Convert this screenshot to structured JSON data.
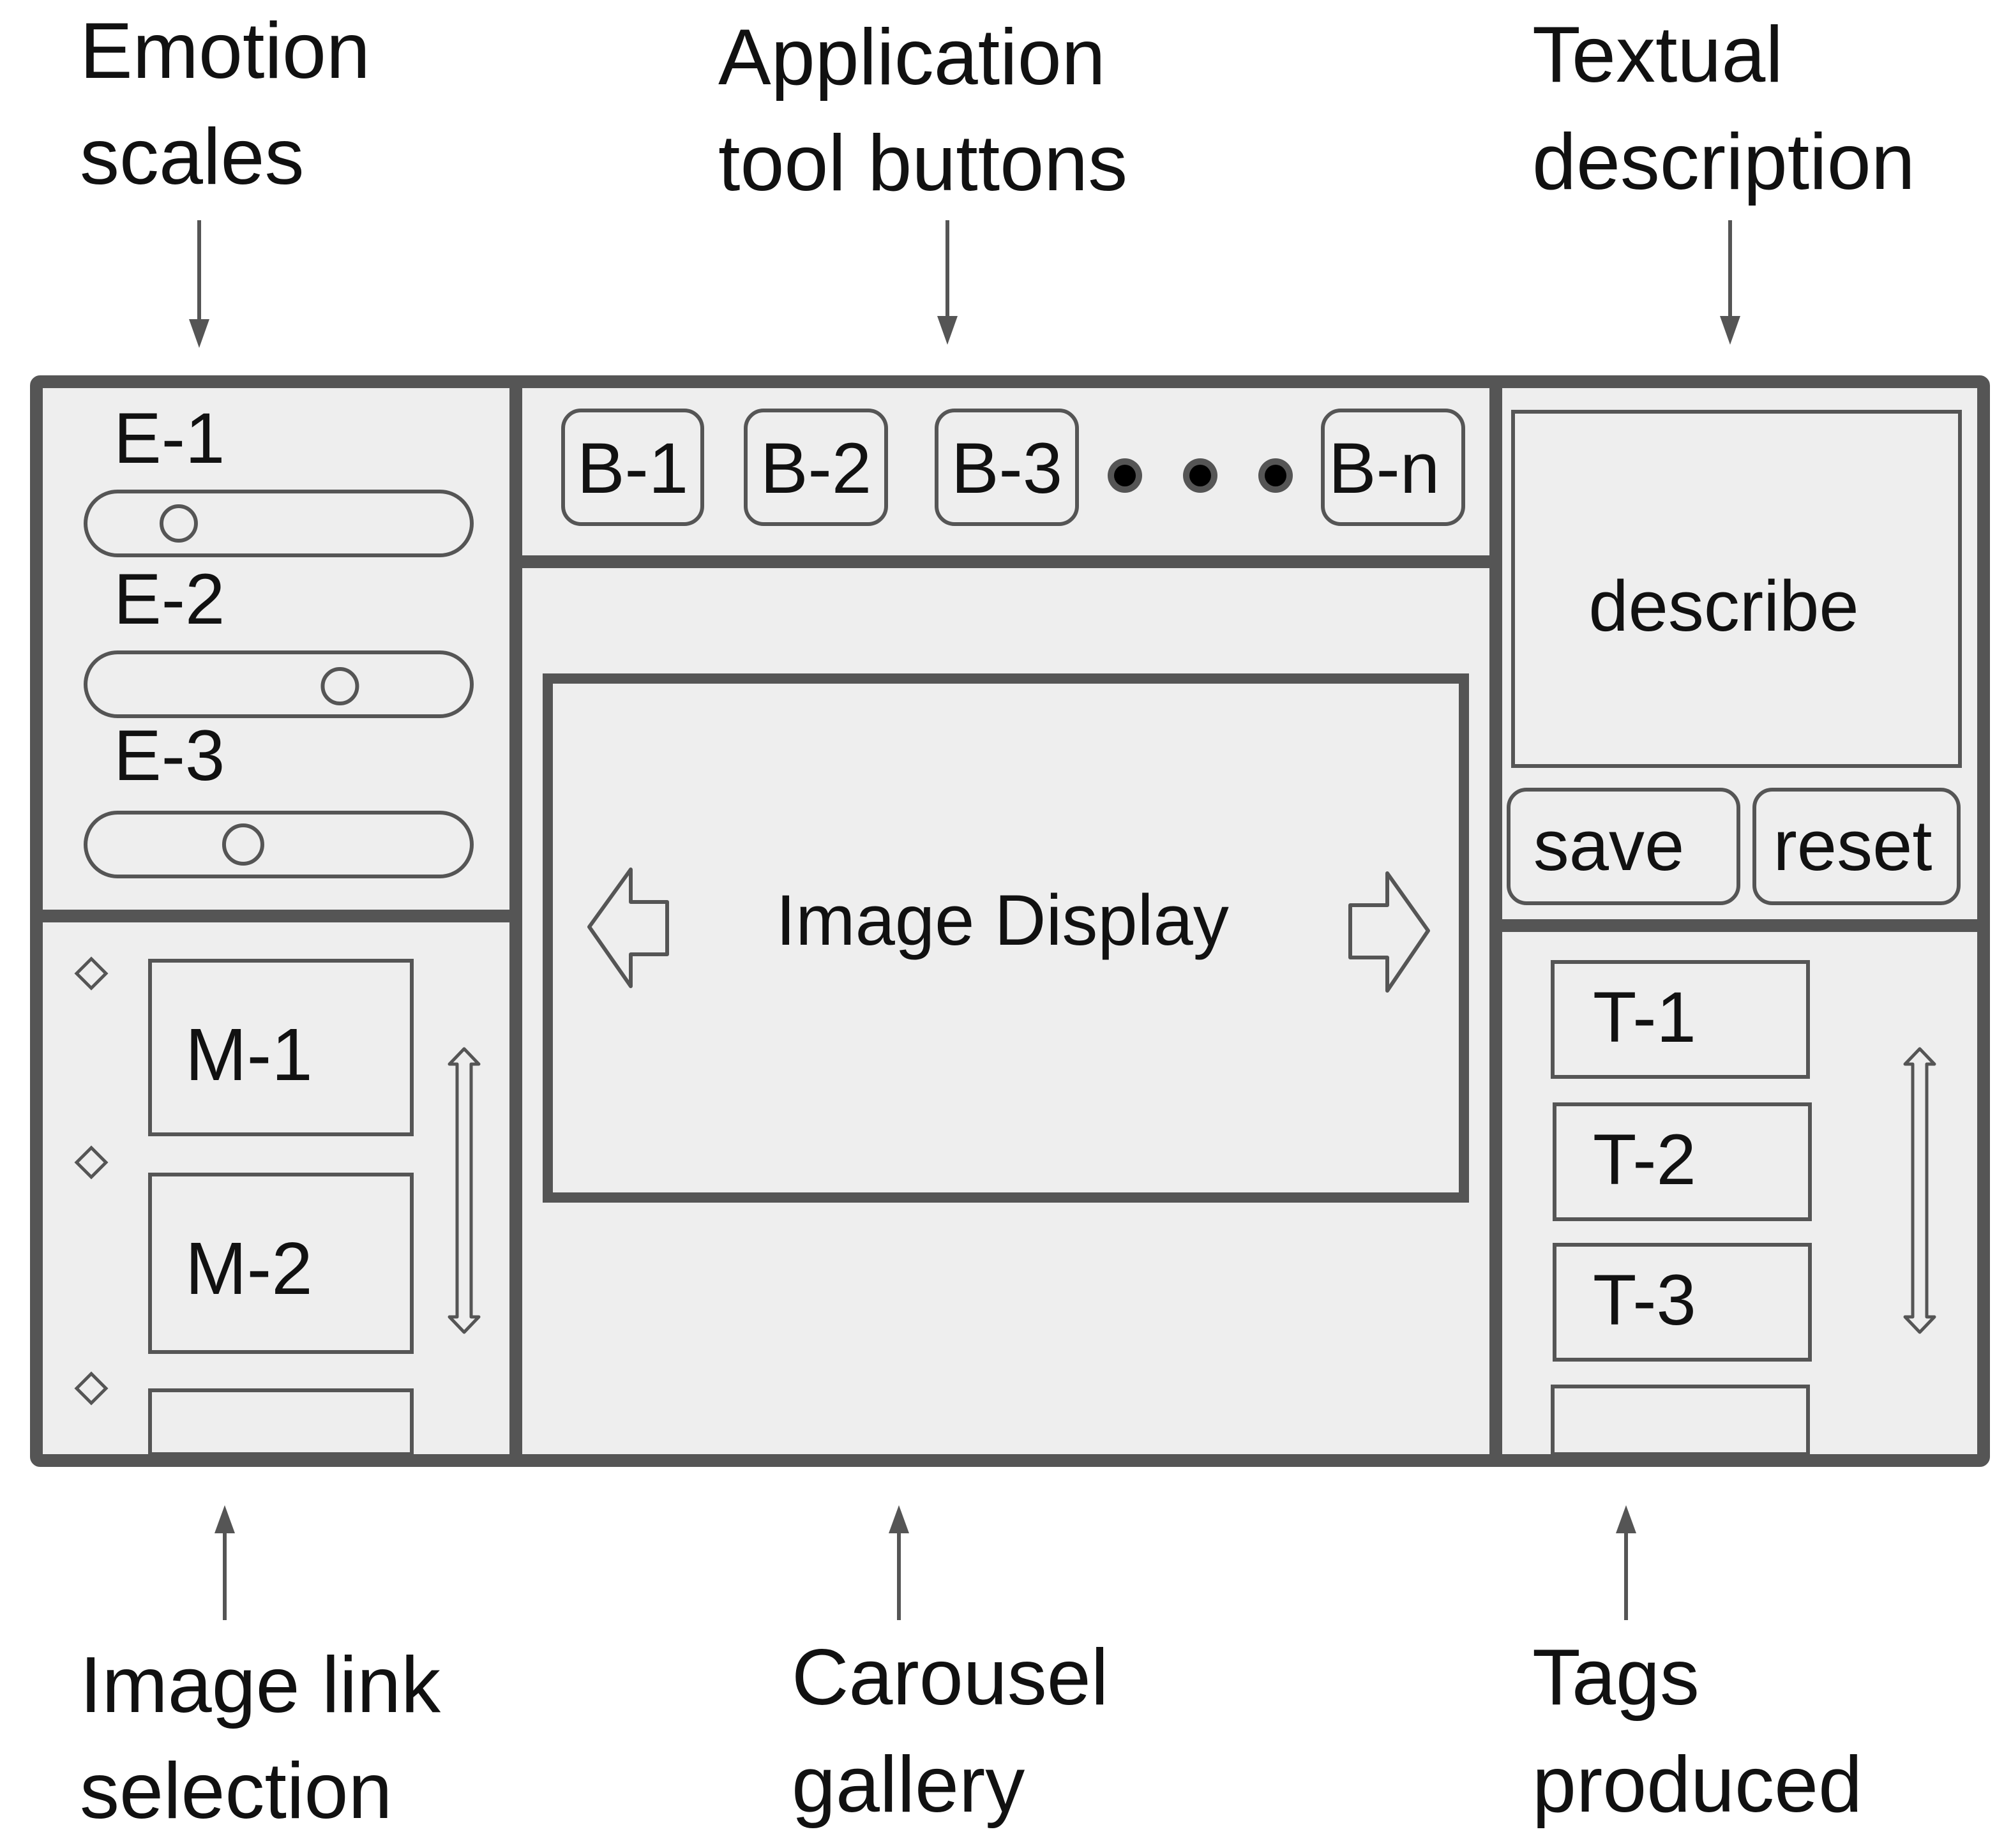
{
  "callouts": {
    "emotion_scales": [
      "Emotion",
      "scales"
    ],
    "tool_buttons": [
      "Application",
      "tool buttons"
    ],
    "textual_description": [
      "Textual",
      "description"
    ],
    "image_link_selection": [
      "Image link",
      "selection"
    ],
    "carousel_gallery": [
      "Carousel",
      "gallery"
    ],
    "tags_produced": [
      "Tags",
      "produced"
    ]
  },
  "emotion_scales": [
    {
      "label": "E-1",
      "level": 0.19
    },
    {
      "label": "E-2",
      "level": 0.69
    },
    {
      "label": "E-3",
      "level": 0.39
    }
  ],
  "tool_buttons": [
    "B-1",
    "B-2",
    "B-3",
    "B-n"
  ],
  "image_display": {
    "label": "Image Display"
  },
  "description_box": {
    "placeholder": "describe"
  },
  "actions": {
    "save": "save",
    "reset": "reset"
  },
  "image_links": [
    "M-1",
    "M-2"
  ],
  "tags": [
    "T-1",
    "T-2",
    "T-3"
  ],
  "colors": {
    "frame": "#555555",
    "panel": "#eeeeee",
    "stroke": "#555555",
    "text": "#111111",
    "background": "#ffffff"
  }
}
